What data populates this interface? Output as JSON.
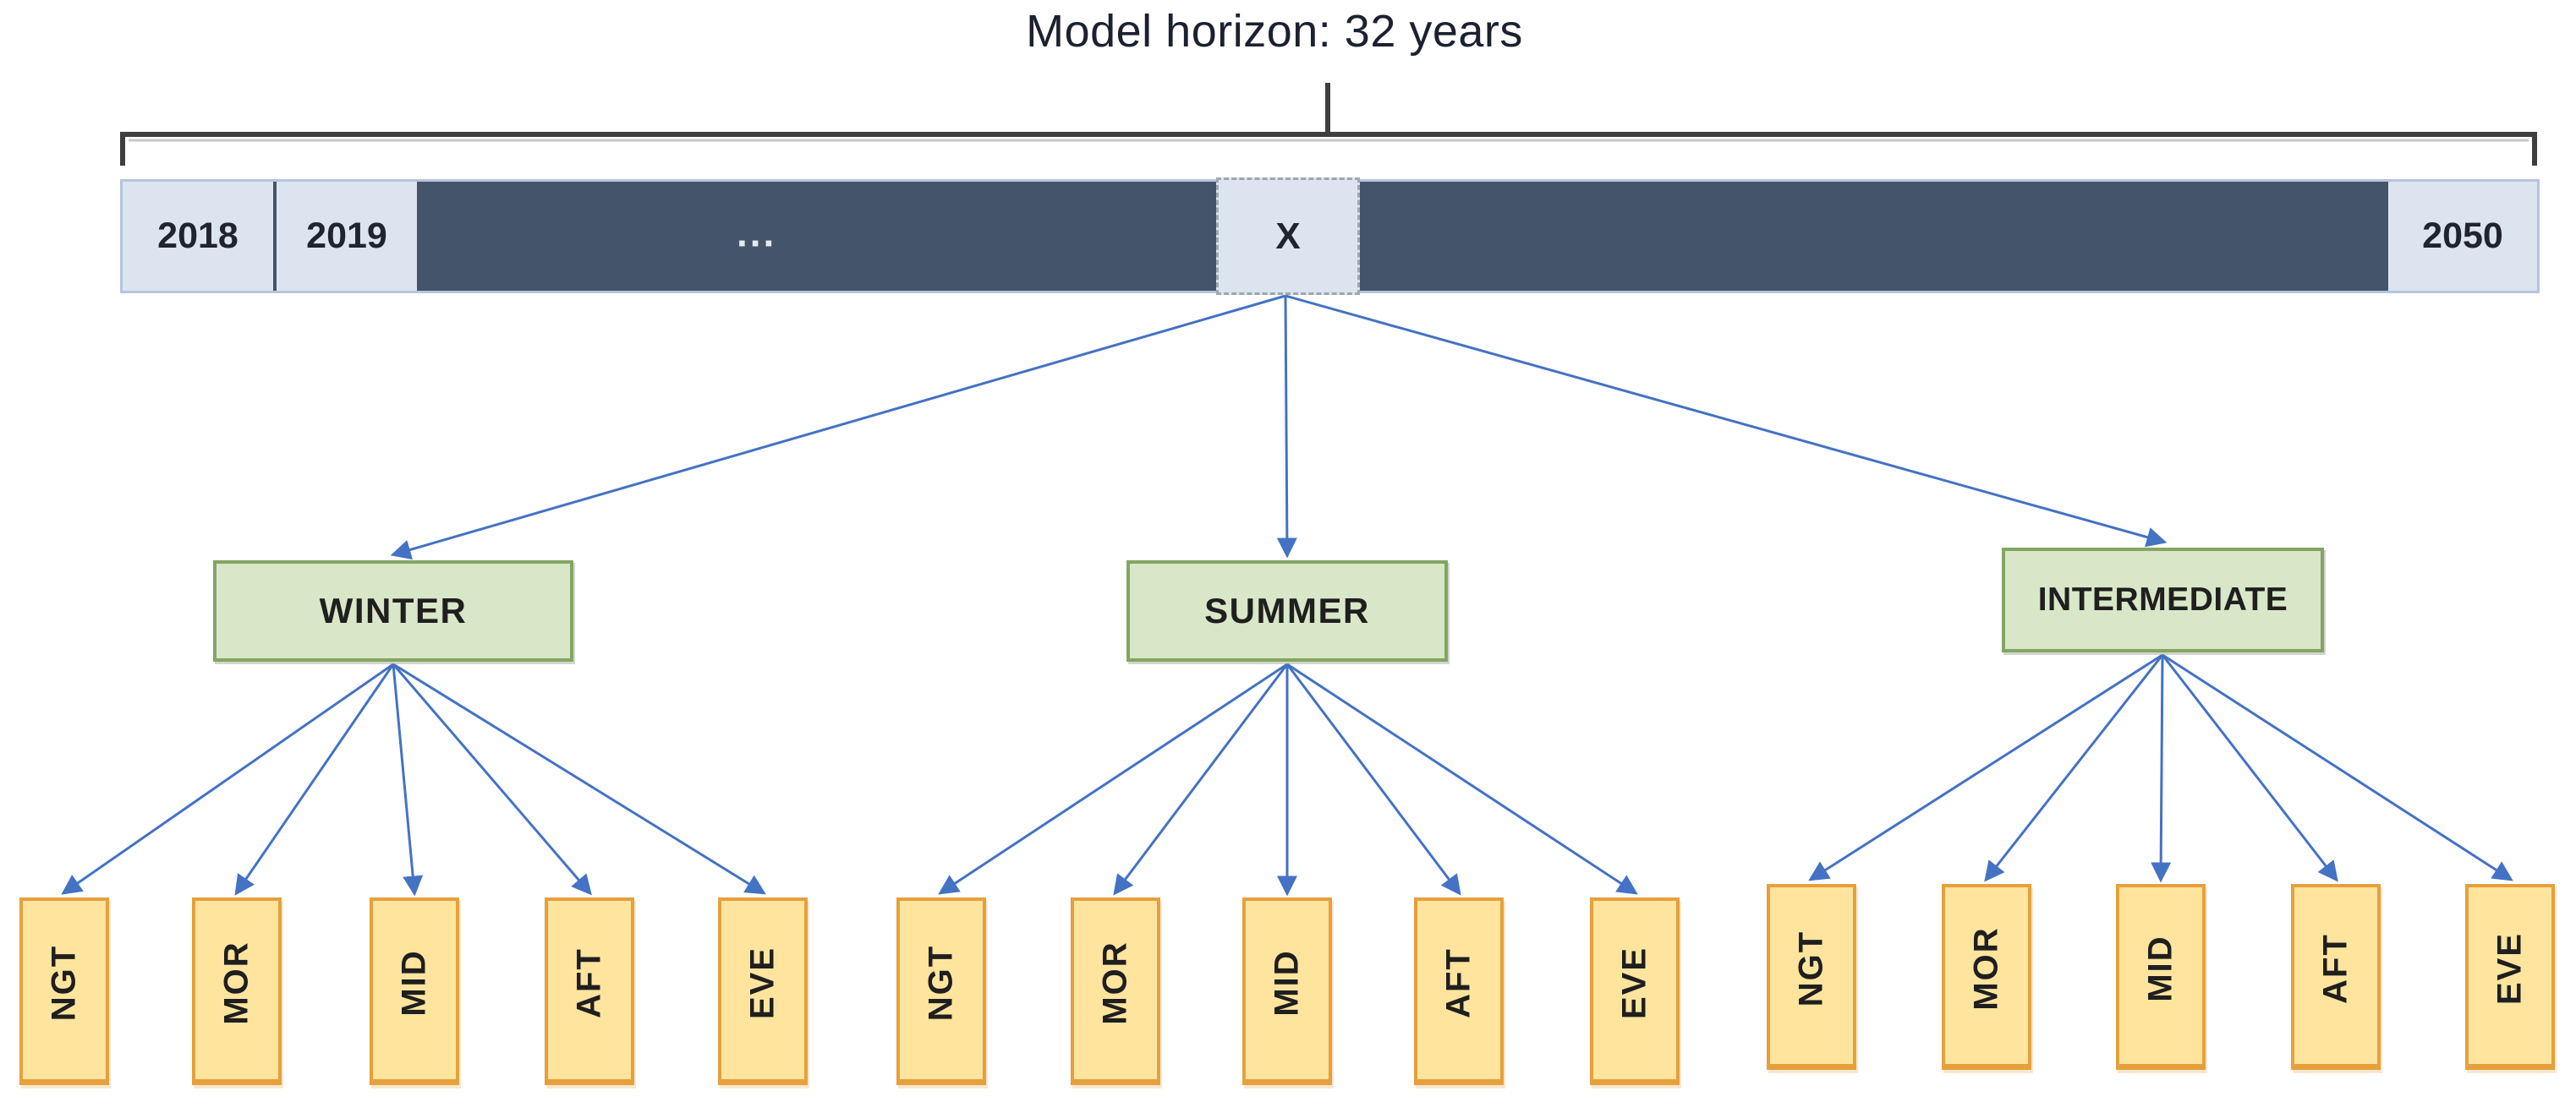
{
  "title": "Model horizon: 32 years",
  "timeline": {
    "cells": [
      {
        "label": "2018"
      },
      {
        "label": "2019"
      },
      {
        "label": "..."
      },
      {
        "label": "X"
      },
      {
        "label": ""
      },
      {
        "label": "2050"
      }
    ]
  },
  "seasons": [
    {
      "label": "WINTER",
      "dayparts": [
        "NGT",
        "MOR",
        "MID",
        "AFT",
        "EVE"
      ]
    },
    {
      "label": "SUMMER",
      "dayparts": [
        "NGT",
        "MOR",
        "MID",
        "AFT",
        "EVE"
      ]
    },
    {
      "label": "INTERMEDIATE",
      "dayparts": [
        "NGT",
        "MOR",
        "MID",
        "AFT",
        "EVE"
      ]
    }
  ],
  "colors": {
    "accent-line": "#4472c4",
    "band-dark": "#44546a",
    "band-light": "#dce4f0",
    "band-border": "#b7c4de",
    "season-fill": "#d8e7c7",
    "season-border": "#84a563",
    "daypart-fill": "#ffe49e",
    "daypart-border": "#e6a03c",
    "brace": "#3f3f3f",
    "title-text": "#1b2130",
    "box-text": "#1f1f1f",
    "gap-dots": "#e6e9ef",
    "x-dash": "#a0a6af"
  }
}
